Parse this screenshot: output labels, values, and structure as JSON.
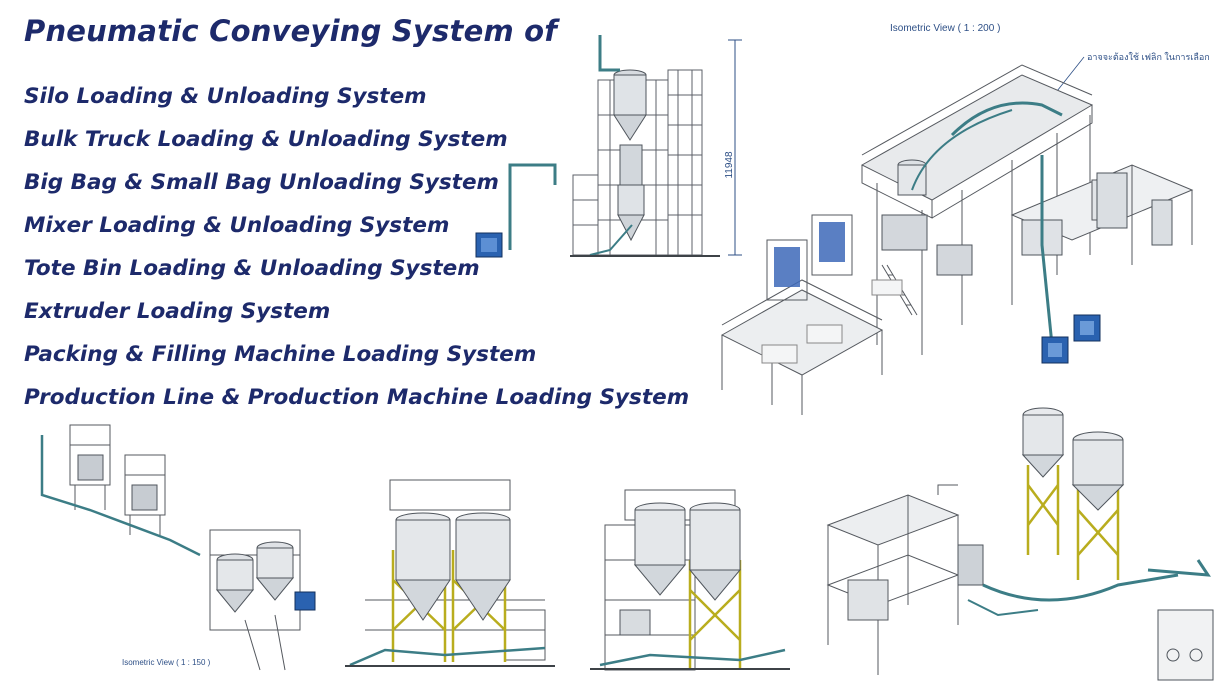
{
  "heading": "Pneumatic Conveying System of",
  "systems": [
    "Silo Loading & Unloading System",
    "Bulk Truck Loading & Unloading System",
    "Big Bag & Small Bag Unloading System",
    "Mixer Loading & Unloading System",
    "Tote Bin Loading & Unloading System",
    "Extruder Loading System",
    "Packing & Filling Machine Loading System",
    "Production Line & Production Machine Loading System"
  ],
  "drawings": {
    "tower_height_dim": "11948",
    "iso_view_main": "Isometric View ( 1 : 200 )",
    "thai_note": "อาจจะต้องใช้ เฟลิก ในการเลือก",
    "iso_view_small": "Isometric View ( 1 : 150 )"
  },
  "colors": {
    "text": "#1d2a6b",
    "steel": "#6b7078",
    "pipe": "#3c7d86",
    "silo": "#d9dde2",
    "frame_yellow": "#d4c93a",
    "blower": "#2a62b0"
  }
}
